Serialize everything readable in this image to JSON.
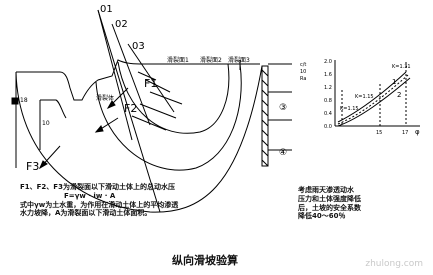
{
  "section_labels": {
    "centers": [
      "01",
      "02",
      "03"
    ],
    "forces": [
      "F1",
      "F2",
      "F3"
    ],
    "sliding_blocks": [
      "滑裂面1",
      "滑裂面2",
      "滑裂面3"
    ],
    "slide_body": "滑裂体",
    "layers": [
      "③",
      "④"
    ],
    "left_scale_labels": [
      "18",
      "10"
    ]
  },
  "graph": {
    "y_ticks": [
      "2.0",
      "1.6",
      "1.2",
      "0.8",
      "0.4",
      "0.0"
    ],
    "x_ticks": [
      "15",
      "17"
    ],
    "x_label": "φ",
    "curve_labels": [
      "1",
      "2"
    ],
    "point_labels": [
      "K=1.31",
      "K=1.15",
      "K=1.15"
    ],
    "side_labels": [
      "c/t",
      "10",
      "Ra"
    ]
  },
  "notes": {
    "left_lines": [
      "F1、F2、F3为滑裂面以下滑动土体上的总动水压",
      "F=γw · iw · A",
      "式中γw为土水重，为作用在滑动土体上的平均渗透",
      "水力坡降，A为滑裂面以下滑动土体面积。"
    ],
    "right_lines": [
      "考虑雨天渗透动水",
      "压力和土体强度降低",
      "后，土坡的安全系数",
      "降低40～60％"
    ]
  },
  "caption": "纵向滑坡验算",
  "watermark": "zhulong.com"
}
